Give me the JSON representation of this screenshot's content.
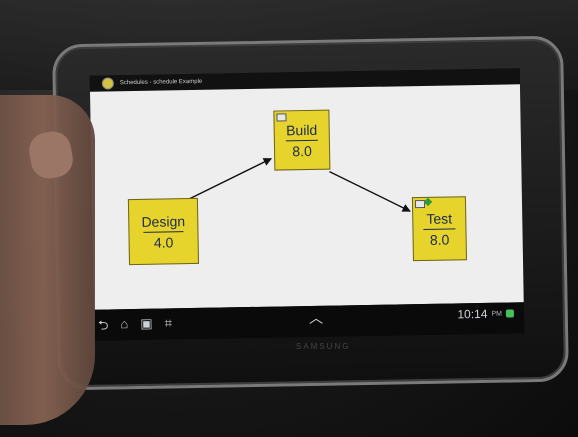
{
  "app": {
    "title": "Schedules - schedule Example"
  },
  "diagram": {
    "nodes": [
      {
        "name": "Build",
        "duration": "8.0"
      },
      {
        "name": "Design",
        "duration": "4.0"
      },
      {
        "name": "Test",
        "duration": "8.0"
      }
    ],
    "edges": [
      {
        "from": "Design",
        "to": "Build"
      },
      {
        "from": "Build",
        "to": "Test"
      }
    ]
  },
  "nav": {
    "back": "⮌",
    "home": "⌂",
    "recent": "▣",
    "screenshot": "⌗",
    "center": "︿",
    "time": "10:14",
    "time_suffix": "PM"
  },
  "brand": "SAMSUNG",
  "colors": {
    "node_fill": "#e6d42c",
    "canvas_bg": "#eeeeef",
    "text": "#1f2a4a",
    "accent_green": "#45c05b"
  },
  "icons": {
    "app_icon": "app-icon",
    "node_badge": "edit-badge-icon",
    "node_badge_green": "status-diamond-icon"
  }
}
